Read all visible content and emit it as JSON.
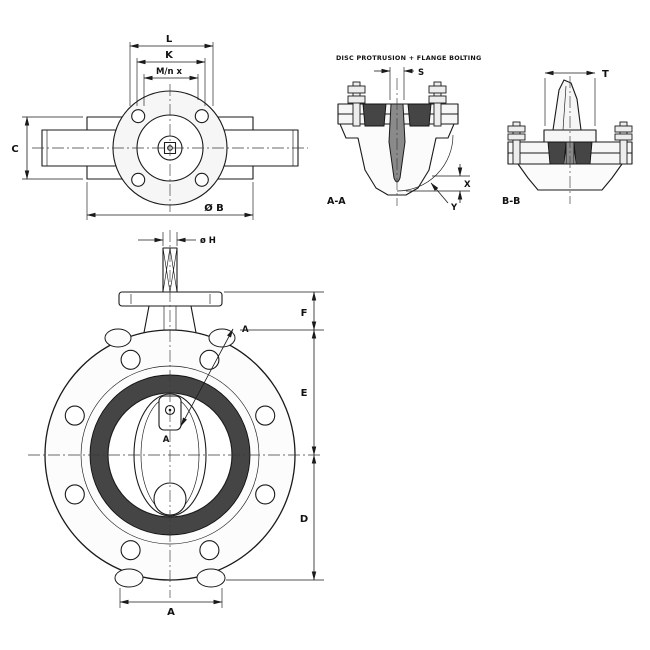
{
  "labels": {
    "top_view": {
      "L": "L",
      "K": "K",
      "Mn": "M/n x",
      "C": "C",
      "OB": "Ø B"
    },
    "section_aa": {
      "caption": "DISC PROTRUSION + FLANGE BOLTING",
      "name": "A-A",
      "S": "S",
      "X": "X",
      "Y": "Y"
    },
    "section_bb": {
      "name": "B-B",
      "T": "T"
    },
    "front_view": {
      "OH": "ø H",
      "F": "F",
      "E": "E",
      "D": "D",
      "A": "A",
      "cut_top": "A",
      "cut_mid": "A"
    }
  },
  "colors": {
    "line": "#1a1a1a",
    "seat_dark": "#454545",
    "disc_gray": "#8a8a8a",
    "background": "#ffffff"
  }
}
